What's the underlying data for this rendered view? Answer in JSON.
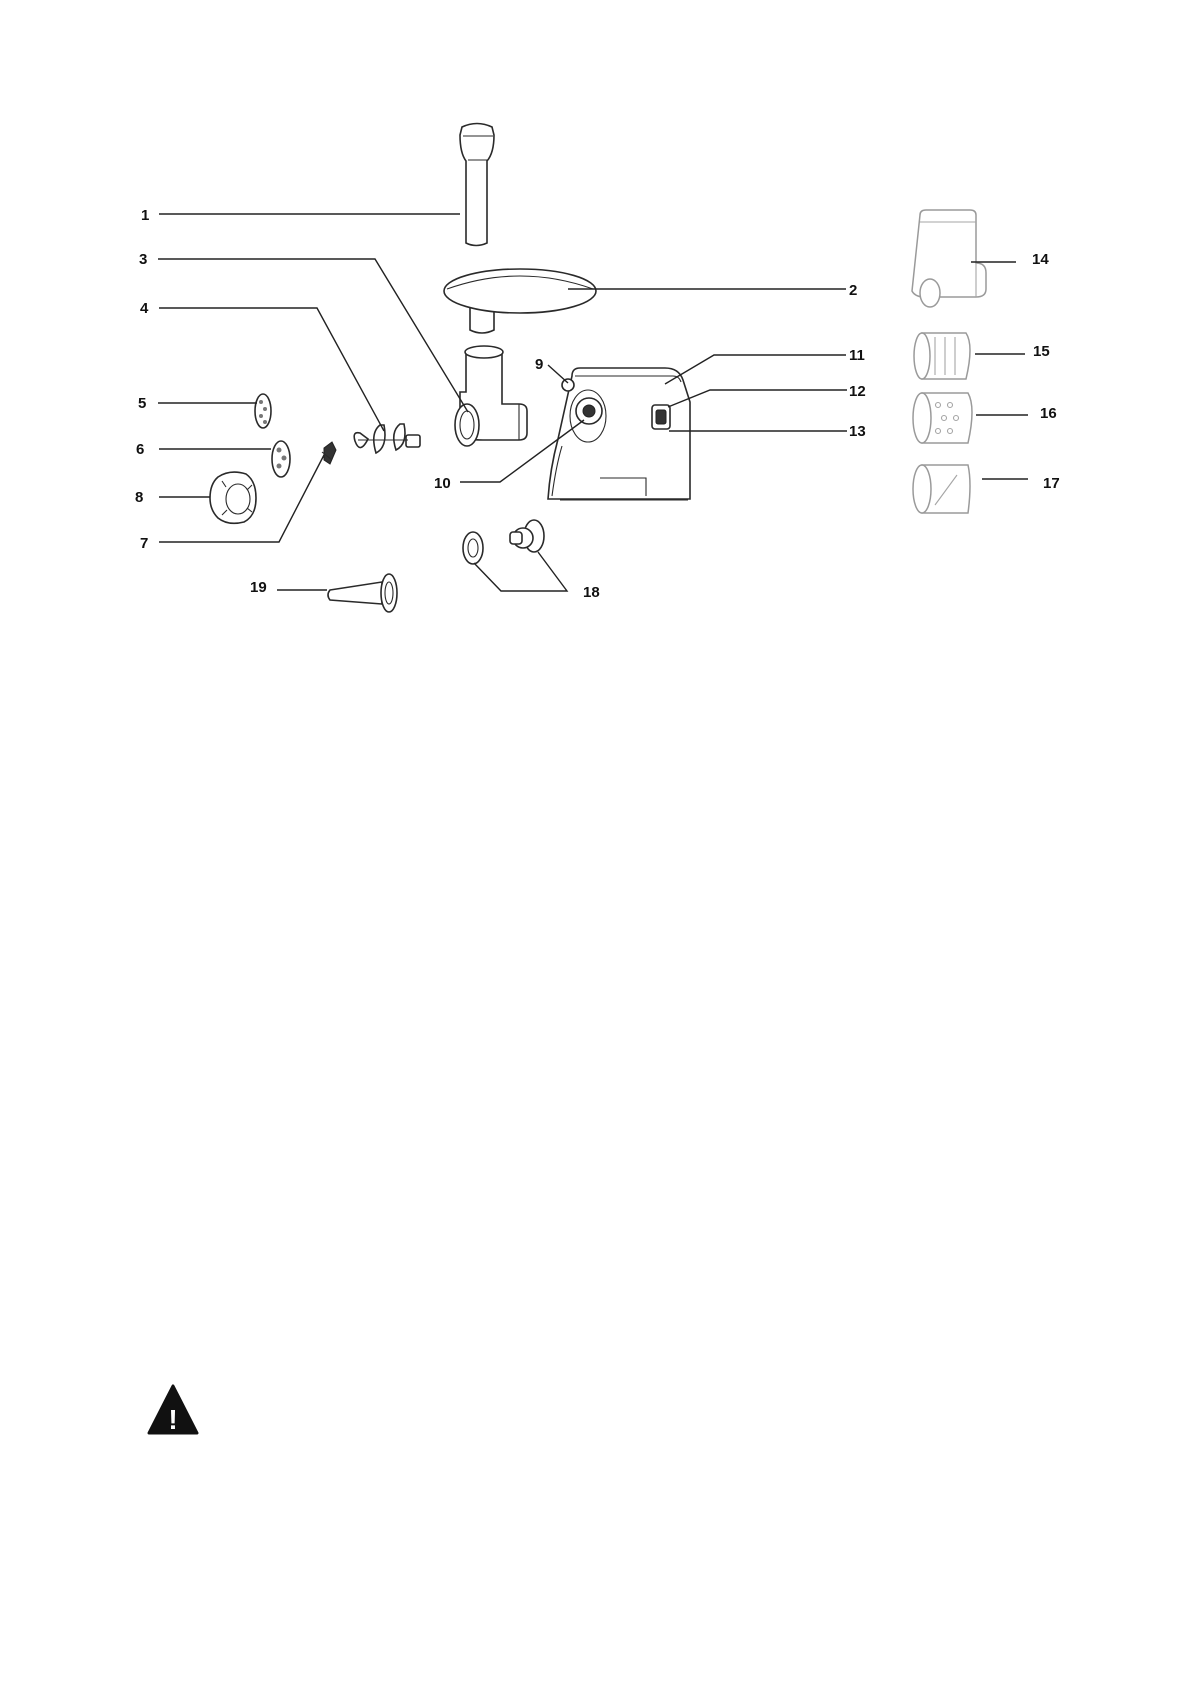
{
  "figure": {
    "callouts": [
      {
        "id": "p1",
        "text": "1"
      },
      {
        "id": "p2",
        "text": "2"
      },
      {
        "id": "p3",
        "text": "3"
      },
      {
        "id": "p4",
        "text": "4"
      },
      {
        "id": "p5",
        "text": "5"
      },
      {
        "id": "p6",
        "text": "6"
      },
      {
        "id": "p7",
        "text": "7"
      },
      {
        "id": "p8",
        "text": "8"
      },
      {
        "id": "p9",
        "text": "9"
      },
      {
        "id": "p10",
        "text": "10"
      },
      {
        "id": "p11",
        "text": "11"
      },
      {
        "id": "p12",
        "text": "12"
      },
      {
        "id": "p13",
        "text": "13"
      },
      {
        "id": "p14",
        "text": "14"
      },
      {
        "id": "p15",
        "text": "15"
      },
      {
        "id": "p16",
        "text": "16"
      },
      {
        "id": "p17",
        "text": "17"
      },
      {
        "id": "p18",
        "text": "18"
      },
      {
        "id": "p19",
        "text": "19"
      }
    ]
  },
  "warning": {
    "icon": "warning-triangle-icon",
    "symbol": "!"
  }
}
